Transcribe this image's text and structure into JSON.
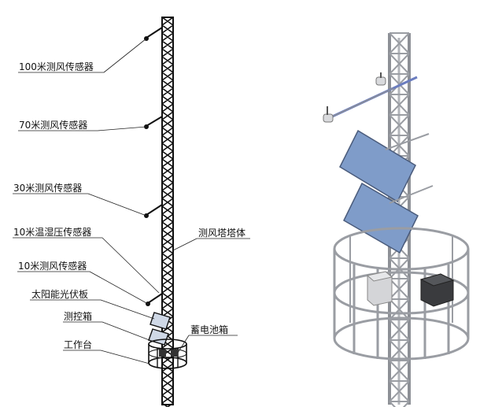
{
  "labels": {
    "sensor_100m": "100米测风传感器",
    "sensor_70m": "70米测风传感器",
    "sensor_30m": "30米测风传感器",
    "thp_10m": "10米温湿压传感器",
    "sensor_10m": "10米测风传感器",
    "solar_panel": "太阳能光伏板",
    "control_box": "测控箱",
    "platform": "工作台",
    "tower_body": "测风塔塔体",
    "battery_box": "蓄电池箱"
  }
}
